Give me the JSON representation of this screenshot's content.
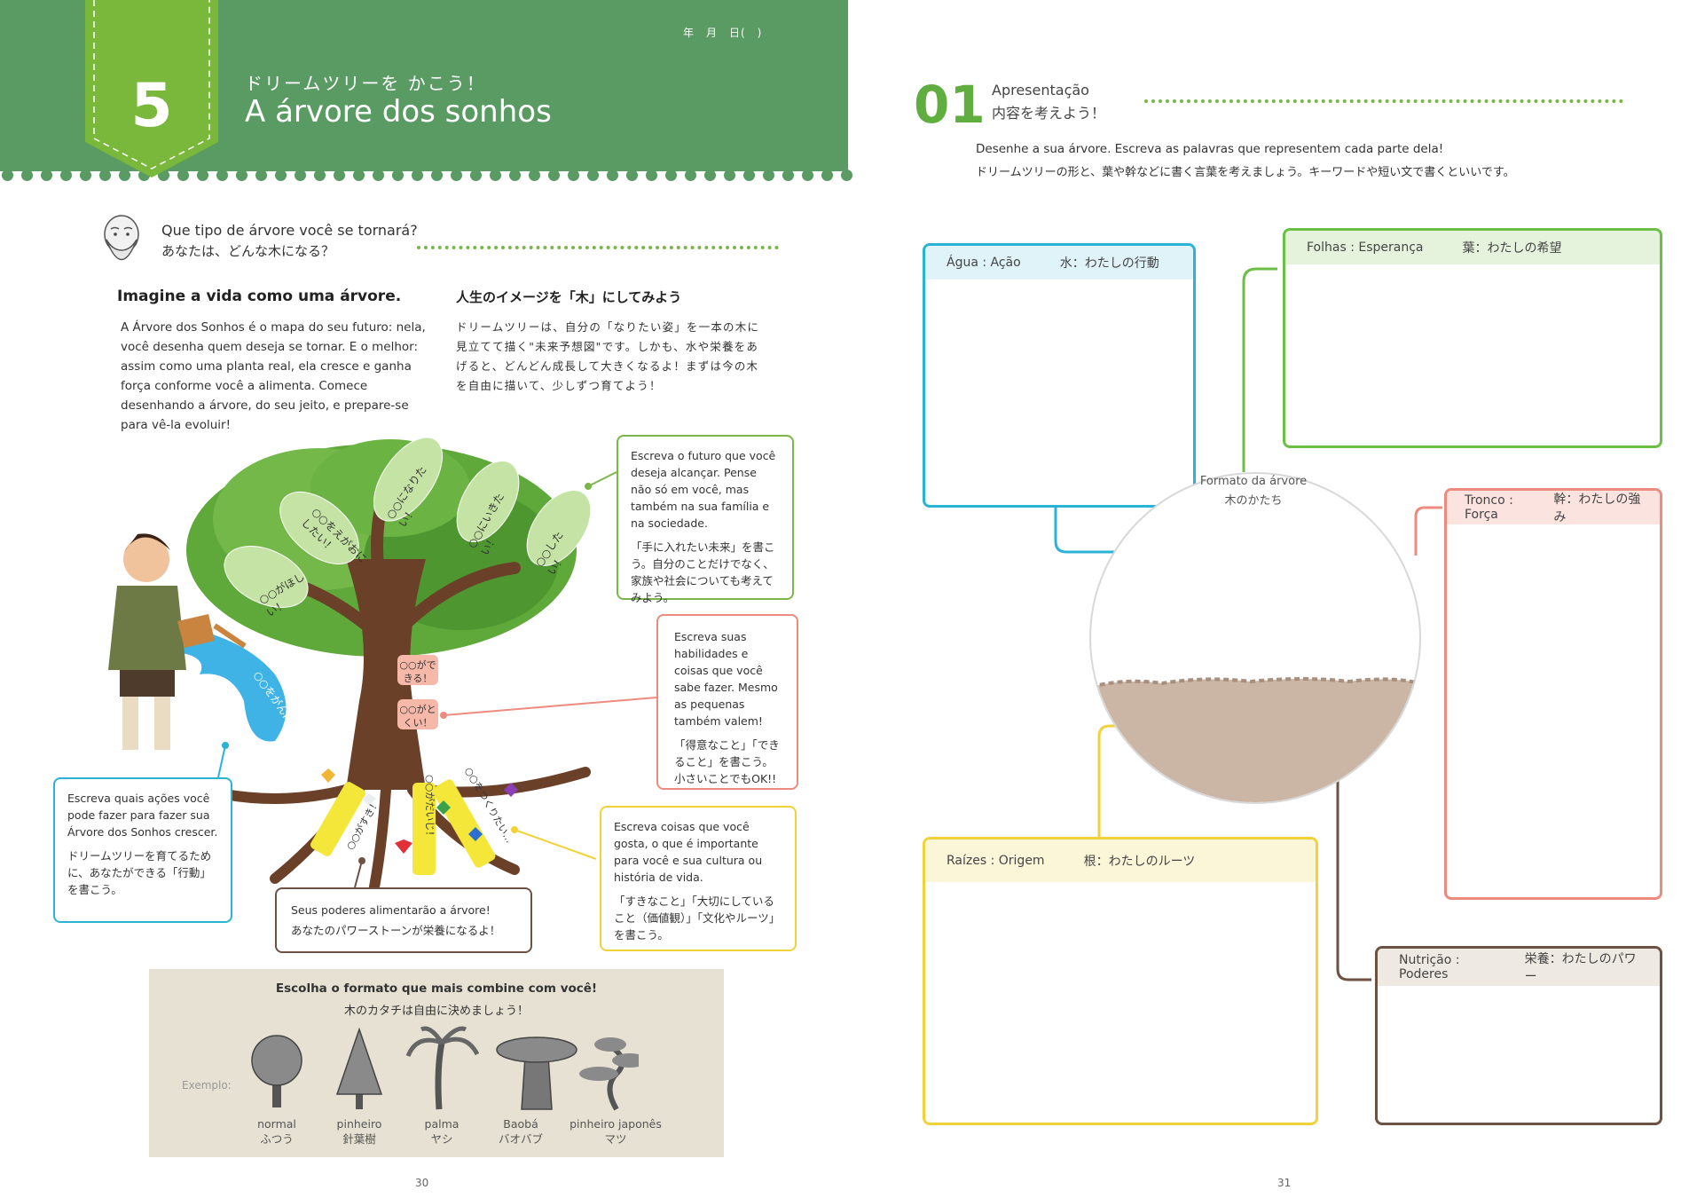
{
  "left_page": {
    "lesson_number": "5",
    "date_line": "年　月　日(　)",
    "title_jp": "ドリームツリーを かこう！",
    "title_pt": "A árvore dos sonhos",
    "question_pt": "Que tipo de árvore você se tornará?",
    "question_jp": "あなたは、どんな木になる？",
    "heading_pt": "Imagine a vida como uma árvore.",
    "heading_jp": "人生のイメージを「木」にしてみよう",
    "intro_pt": "A Árvore dos Sonhos é o mapa do seu futuro: nela, você desenha quem deseja se tornar. E o melhor: assim como uma planta real, ela cresce e ganha força conforme você a alimenta. Comece desenhando a árvore, do seu jeito, e prepare-se para vê-la evoluir!",
    "intro_jp": "ドリームツリーは、自分の「なりたい姿」を一本の木に見立てて描く\"未来予想図\"です。しかも、水や栄養をあげると、どんどん成長して大きくなるよ！まずは今の木を自由に描いて、少しずつ育てよう！",
    "leaf_labels": [
      "○○がほしい！",
      "○○をえがおにしたい！",
      "○○になりたい！",
      "○○にいきたい！",
      "○○したい！"
    ],
    "trunk_labels": [
      "○○ができる！",
      "○○がとくい！"
    ],
    "root_labels": [
      "○○がすき！",
      "○○がだいじ！",
      "○○をつくりたい…"
    ],
    "water_label": "○○をがんばる！",
    "callout_leaves": {
      "pt": "Escreva o futuro que você deseja alcançar. Pense não só em você, mas também na sua família e na sociedade.",
      "jp": "「手に入れたい未来」を書こう。自分のことだけでなく、家族や社会についても考えてみよう。"
    },
    "callout_trunk": {
      "pt": "Escreva suas habilidades e coisas que você sabe fazer. Mesmo as pequenas também valem!",
      "jp": "「得意なこと」「できること」を書こう。小さいことでもOK!!"
    },
    "callout_water": {
      "pt": "Escreva quais ações você pode fazer para fazer sua Árvore dos Sonhos crescer.",
      "jp": "ドリームツリーを育てるために、あなたができる「行動」を書こう。"
    },
    "callout_roots": {
      "pt": "Escreva coisas que você gosta, o que é importante para você e sua cultura ou história de vida.",
      "jp": "「すきなこと」「大切にしていること（価値観）」「文化やルーツ」を書こう。"
    },
    "callout_powers": {
      "pt": "Seus poderes alimentarão a árvore!",
      "jp": "あなたのパワーストーンが栄養になるよ！"
    },
    "shapes_title_pt": "Escolha o formato que mais combine com você!",
    "shapes_title_jp": "木のカタチは自由に決めましょう！",
    "example_label": "Exemplo:",
    "shapes": [
      {
        "pt": "normal",
        "jp": "ふつう"
      },
      {
        "pt": "pinheiro",
        "jp": "針葉樹"
      },
      {
        "pt": "palma",
        "jp": "ヤシ"
      },
      {
        "pt": "Baobá",
        "jp": "バオバブ"
      },
      {
        "pt": "pinheiro japonês",
        "jp": "マツ"
      }
    ],
    "page_number": "30"
  },
  "right_page": {
    "section_number": "01",
    "section_title_pt": "Apresentação",
    "section_title_jp": "内容を考えよう！",
    "instruction_pt": "Desenhe a sua árvore. Escreva as palavras que representem cada parte dela!",
    "instruction_jp": "ドリームツリーの形と、葉や幹などに書く言葉を考えましょう。キーワードや短い文で書くといいです。",
    "circle_title_pt": "Formato da árvore",
    "circle_title_jp": "木のかたち",
    "panels": {
      "water": {
        "pt": "Água : Ação",
        "jp": "水：わたしの行動",
        "color": "#2bb3d4",
        "header_bg": "#dff3f9"
      },
      "leaves": {
        "pt": "Folhas : Esperança",
        "jp": "葉：わたしの希望",
        "color": "#6bbf45",
        "header_bg": "#e6f3dc"
      },
      "trunk": {
        "pt": "Tronco : Força",
        "jp": "幹：わたしの強み",
        "color": "#ec8b7e",
        "header_bg": "#fbe3df"
      },
      "roots": {
        "pt": "Raízes : Origem",
        "jp": "根：わたしのルーツ",
        "color": "#f2d23b",
        "header_bg": "#fcf6d9"
      },
      "nutrition": {
        "pt": "Nutrição : Poderes",
        "jp": "栄養：わたしのパワー",
        "color": "#6d5243",
        "header_bg": "#efe9e3"
      }
    },
    "page_number": "31"
  },
  "colors": {
    "banner_green": "#5a9a63",
    "badge_green": "#79b83a",
    "accent_green": "#5fae3f"
  }
}
